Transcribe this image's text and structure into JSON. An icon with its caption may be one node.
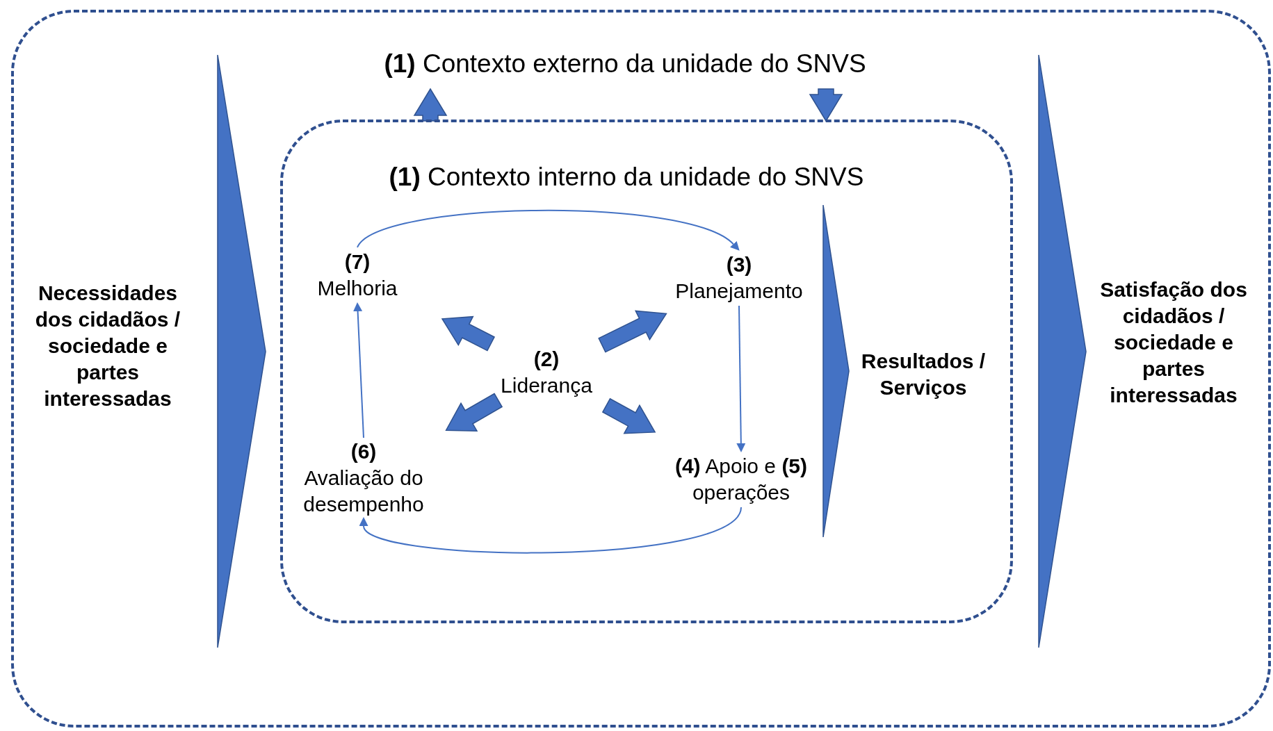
{
  "diagram": {
    "nodes": [
      {
        "text": [
          "**(1)** Contexto externo da unidade do SNVS"
        ]
      },
      {
        "text": [
          "**(1)** Contexto interno da unidade do SNVS"
        ],
        "in": 0
      },
      {
        "text": [
          "Necessidades dos cidadãos / sociedade e partes interessadas"
        ],
        "in": 0
      },
      {
        "text": [
          "(7)",
          "Melhoria"
        ],
        "in": 1
      },
      {
        "text": [
          "(3)",
          "Planejamento"
        ],
        "in": 1
      },
      {
        "text": [
          "(2)",
          "Liderança"
        ],
        "in": 1
      },
      {
        "text": [
          "(6)",
          "Avaliação do desempenho"
        ],
        "in": 1
      },
      {
        "text": [
          "**(4)** Apoio e **(5)** operações"
        ],
        "in": 1
      },
      {
        "text": [
          "Resultados / Serviços"
        ],
        "in": 1
      },
      {
        "text": [
          "Satisfação dos cidadãos / sociedade e partes interessadas"
        ],
        "in": 0
      }
    ],
    "edges": [
      {
        "from": 1,
        "to": null,
        "arrow": "to"
      },
      {
        "from": null,
        "to": 1,
        "arrow": "to"
      },
      {
        "from": 3,
        "to": 4,
        "arrow": "to"
      },
      {
        "from": 4,
        "to": 7,
        "arrow": "to"
      },
      {
        "from": 7,
        "to": 6,
        "arrow": "to"
      },
      {
        "from": 6,
        "to": 3,
        "arrow": "to"
      },
      {
        "from": 5,
        "to": 3,
        "arrow": "to"
      },
      {
        "from": 5,
        "to": 4,
        "arrow": "to"
      },
      {
        "from": 5,
        "to": 6,
        "arrow": "to"
      },
      {
        "from": 5,
        "to": 7,
        "arrow": "to"
      }
    ]
  }
}
